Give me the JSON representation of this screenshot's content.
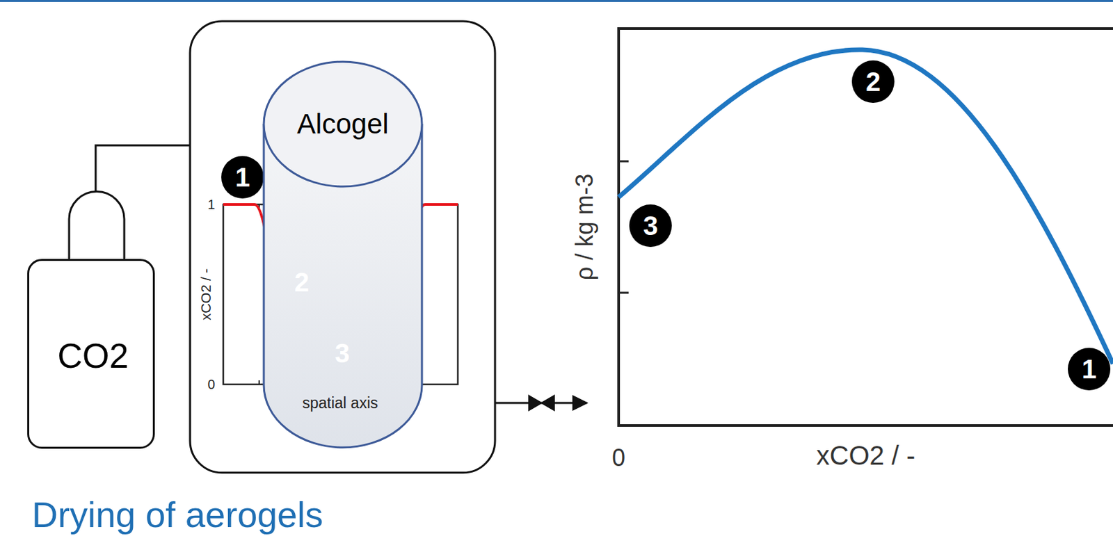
{
  "diagram": {
    "title": "Drying of aerogels",
    "nodes": [
      {
        "text": [
          "CO2"
        ]
      },
      {
        "text": [
          "Alcogel"
        ]
      }
    ],
    "labels": [
      "1",
      "2",
      "3",
      "1",
      "0",
      "xCO2 / -",
      "spatial axis",
      "2",
      "3",
      "1",
      "ρ / kg m-3",
      "0",
      "xCO2 / -"
    ]
  }
}
